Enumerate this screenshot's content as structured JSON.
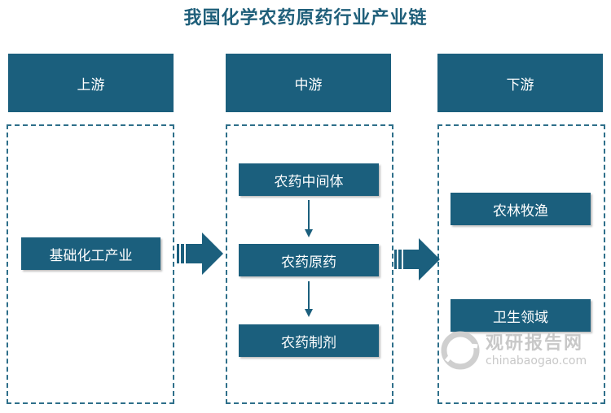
{
  "title": "我国化学农药原药行业产业链",
  "columns": {
    "upstream": {
      "header": "上游",
      "items": [
        "基础化工产业"
      ]
    },
    "midstream": {
      "header": "中游",
      "items": [
        "农药中间体",
        "农药原药",
        "农药制剂"
      ]
    },
    "downstream": {
      "header": "下游",
      "items": [
        "农林牧渔",
        "卫生领域"
      ]
    }
  },
  "watermark": {
    "brand": "观研报告网",
    "url": "chinabaogao.com"
  },
  "colors": {
    "box": "#1b5f7d",
    "title": "#1f5f7a",
    "dash": "#2e6f8a"
  }
}
